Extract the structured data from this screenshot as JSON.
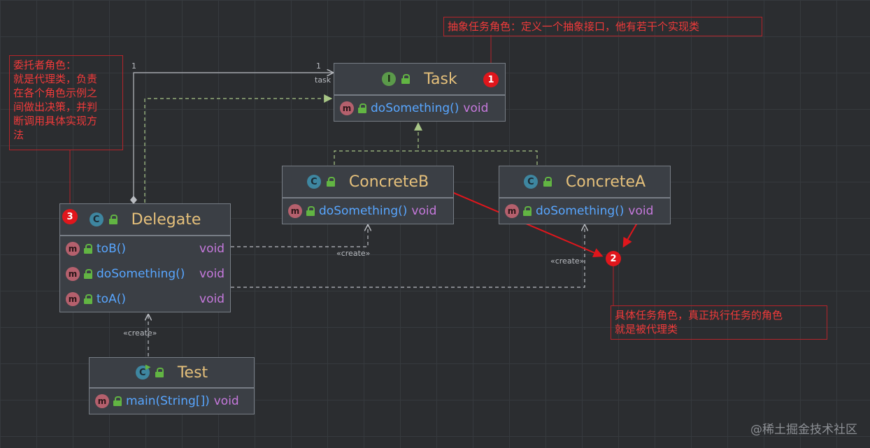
{
  "classes": {
    "task": {
      "name": "Task",
      "kind_icon": "I",
      "methods": [
        {
          "name": "doSomething()",
          "ret": "void"
        }
      ]
    },
    "concrete_b": {
      "name": "ConcreteB",
      "kind_icon": "C",
      "methods": [
        {
          "name": "doSomething()",
          "ret": "void"
        }
      ]
    },
    "concrete_a": {
      "name": "ConcreteA",
      "kind_icon": "C",
      "methods": [
        {
          "name": "doSomething()",
          "ret": "void"
        }
      ]
    },
    "delegate": {
      "name": "Delegate",
      "kind_icon": "C",
      "methods": [
        {
          "name": "toB()",
          "ret": "void"
        },
        {
          "name": "doSomething()",
          "ret": "void"
        },
        {
          "name": "toA()",
          "ret": "void"
        }
      ]
    },
    "test": {
      "name": "Test",
      "kind_icon": "C",
      "methods": [
        {
          "name": "main(String[])",
          "ret": "void"
        }
      ]
    }
  },
  "method_icon": "m",
  "labels": {
    "mult_1_left": "1",
    "mult_1_right": "1",
    "task_role": "task",
    "create_b": "«create»",
    "create_a": "«create»",
    "create_delegate": "«create»"
  },
  "annotations": {
    "note_1": "抽象任务角色：定义一个抽象接口，他有若干个实现类",
    "note_2": "具体任务角色，真正执行任务的角色\n就是被代理类",
    "note_3": "委托者角色：\n就是代理类，负责\n在各个角色示例之\n间做出决策，并判\n断调用具体实现方\n法"
  },
  "badges": {
    "b1": "1",
    "b2": "2",
    "b3": "3"
  },
  "watermark": "@稀土掘金技术社区",
  "colors": {
    "background": "#2b2d30",
    "annotation_red": "#e0161c",
    "class_name": "#e5c07b",
    "method": "#58a6ff",
    "return_type": "#c679dd",
    "realization_line": "#a8c686",
    "dependency_line": "#b9bcc1"
  }
}
